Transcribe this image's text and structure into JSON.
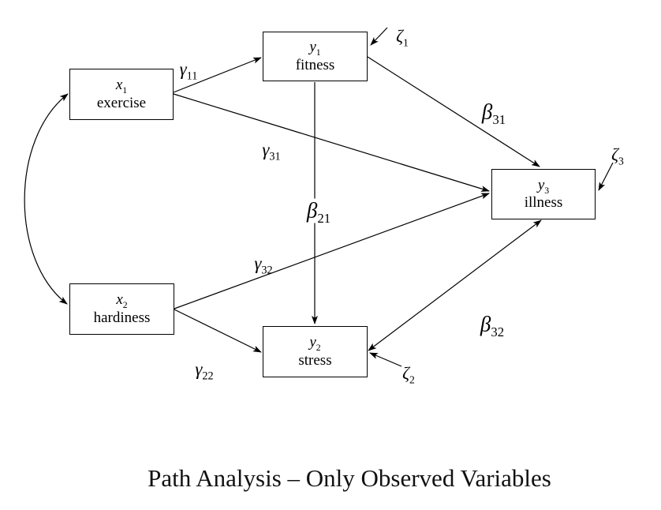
{
  "slide": {
    "title": "Path Analysis – Only Observed Variables",
    "background": "#ffffff",
    "line_color": "#000000",
    "text_color": "#000000"
  },
  "nodes": {
    "x1": {
      "symbol": "x",
      "subscript": "1",
      "label": "exercise"
    },
    "x2": {
      "symbol": "x",
      "subscript": "2",
      "label": "hardiness"
    },
    "y1": {
      "symbol": "y",
      "subscript": "1",
      "label": "fitness"
    },
    "y2": {
      "symbol": "y",
      "subscript": "2",
      "label": "stress"
    },
    "y3": {
      "symbol": "y",
      "subscript": "3",
      "label": "illness"
    }
  },
  "coefficients": {
    "gamma11": {
      "symbol": "γ",
      "subscript": "11",
      "connects": "x1 → y1"
    },
    "gamma31": {
      "symbol": "γ",
      "subscript": "31",
      "connects": "x1 → y3"
    },
    "gamma32": {
      "symbol": "γ",
      "subscript": "32",
      "connects": "x2 → y3"
    },
    "gamma22": {
      "symbol": "γ",
      "subscript": "22",
      "connects": "x2 → y2"
    },
    "beta21": {
      "symbol": "β",
      "subscript": "21",
      "connects": "y1 → y2"
    },
    "beta31": {
      "symbol": "β",
      "subscript": "31",
      "connects": "y1 → y3"
    },
    "beta32": {
      "symbol": "β",
      "subscript": "32",
      "connects": "y2 ↔ y3"
    },
    "zeta1": {
      "symbol": "ζ",
      "subscript": "1",
      "connects": "error → y1"
    },
    "zeta2": {
      "symbol": "ζ",
      "subscript": "2",
      "connects": "error → y2"
    },
    "zeta3": {
      "symbol": "ζ",
      "subscript": "3",
      "connects": "error → y3"
    }
  },
  "edges": [
    {
      "label": "gamma11",
      "from": "x1",
      "to": "y1",
      "style": "straight, head at y1"
    },
    {
      "label": "gamma31",
      "from": "x1",
      "to": "y3",
      "style": "straight, head at y3"
    },
    {
      "label": "gamma32",
      "from": "x2",
      "to": "y3",
      "style": "straight, head at y3"
    },
    {
      "label": "gamma22",
      "from": "x2",
      "to": "y2",
      "style": "straight, head at y2"
    },
    {
      "label": "beta21",
      "from": "y1",
      "to": "y2",
      "style": "vertical, head at y2"
    },
    {
      "label": "beta31",
      "from": "y1",
      "to": "y3",
      "style": "straight, head at y3"
    },
    {
      "label": "beta32",
      "from": "y2",
      "to": "y3",
      "style": "straight, heads both ends"
    },
    {
      "label": "zeta1",
      "from": "error",
      "to": "y1",
      "style": "short, head at y1"
    },
    {
      "label": "zeta2",
      "from": "error",
      "to": "y2",
      "style": "short, head at y2"
    },
    {
      "label": "zeta3",
      "from": "error",
      "to": "y3",
      "style": "short, head at y3"
    },
    {
      "label": "",
      "from": "x1",
      "to": "x2",
      "style": "curved arc, heads both ends"
    }
  ]
}
